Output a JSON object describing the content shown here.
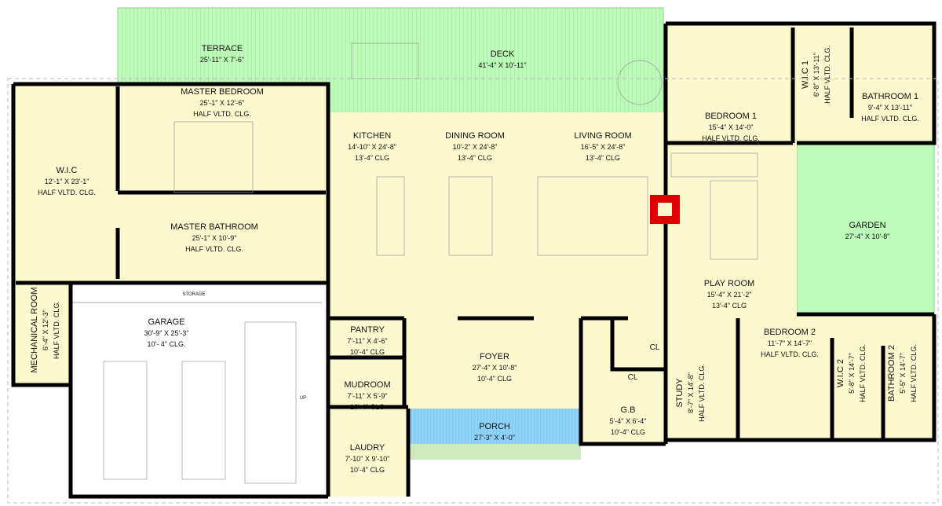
{
  "colors": {
    "interior": "#fdf9cf",
    "outdoor": "#bdfbb8",
    "porch": "#8fd3f7",
    "garage": "#ffffff",
    "wall": "#000000",
    "fireplace": "#e00000"
  },
  "rooms": [
    {
      "name": "TERRACE",
      "dims": "25'-11\" X 7'-6\""
    },
    {
      "name": "DECK",
      "dims": "41'-4\" X 10'-11\""
    },
    {
      "name": "MASTER BEDROOM",
      "dims": "25'-1\" X 12'-6\"",
      "clg": "HALF VLTD. CLG."
    },
    {
      "name": "W.I.C",
      "dims": "12'-1\" X 23'-1\"",
      "clg": "HALF VLTD. CLG."
    },
    {
      "name": "MASTER BATHROOM",
      "dims": "25'-1\" X 10'-9\"",
      "clg": "HALF VLTD. CLG."
    },
    {
      "name": "KITCHEN",
      "dims": "14'-10\" X 24'-8\"",
      "clg": "13'-4\" CLG"
    },
    {
      "name": "DINING ROOM",
      "dims": "10'-2\" X 24'-8\"",
      "clg": "13'-4\" CLG"
    },
    {
      "name": "LIVING ROOM",
      "dims": "16'-5\" X 24'-8\"",
      "clg": "13'-4\" CLG"
    },
    {
      "name": "BEDROOM 1",
      "dims": "15'-4\" X 14'-0\"",
      "clg": "HALF VLTD. CLG."
    },
    {
      "name": "W.I.C 1",
      "dims": "6'-8\" X 13'-11\"",
      "clg": "HALF VLTD. CLG."
    },
    {
      "name": "BATHROOM 1",
      "dims": "9'-4\" X 13'-11\"",
      "clg": "HALF VLTD. CLG."
    },
    {
      "name": "GARDEN",
      "dims": "27'-4\" X 10'-8\""
    },
    {
      "name": "PLAY ROOM",
      "dims": "15'-4\" X 21'-2\"",
      "clg": "13'-4\" CLG"
    },
    {
      "name": "MECHANICAL ROOM",
      "dims": "6'-4\" X 12'-3\"",
      "clg": "HALF VLTD. CLG."
    },
    {
      "name": "GARAGE",
      "dims": "30'-9\" X 25'-3\"",
      "clg": "10'- 4\" CLG."
    },
    {
      "name": "PANTRY",
      "dims": "7'-11\" X 4'-6\"",
      "clg": "10'-4\" CLG"
    },
    {
      "name": "FOYER",
      "dims": "27'-4\" X 10'-8\"",
      "clg": "10'-4\" CLG"
    },
    {
      "name": "MUDROOM",
      "dims": "7'-11\" X 5'-9\"",
      "clg": "10'-4\"  CLG"
    },
    {
      "name": "LAUDRY",
      "dims": "7'-10\" X 9'-10\"",
      "clg": "10'-4\" CLG"
    },
    {
      "name": "PORCH",
      "dims": "27'-3\" X 4'-0\""
    },
    {
      "name": "G.B",
      "dims": "5'-4\" X 6'-4\"",
      "clg": "10'-4\" CLG"
    },
    {
      "name": "STUDY",
      "dims": "8'-7\" X 14'-8\"",
      "clg": "HALF VLTD. CLG."
    },
    {
      "name": "BEDROOM 2",
      "dims": "11'-7\" X 14'-7\"",
      "clg": "HALF VLTD. CLG."
    },
    {
      "name": "W.I.C 2",
      "dims": "5'-8\" X 14'-7\"",
      "clg": "HALF VLTD. CLG."
    },
    {
      "name": "BATHROOM 2",
      "dims": "5'-5\" X 14'-7\"",
      "clg": "HALF VLTD. CLG."
    }
  ],
  "annotations": {
    "storage": "STORAGE",
    "closet": "CL",
    "up": "UP"
  }
}
